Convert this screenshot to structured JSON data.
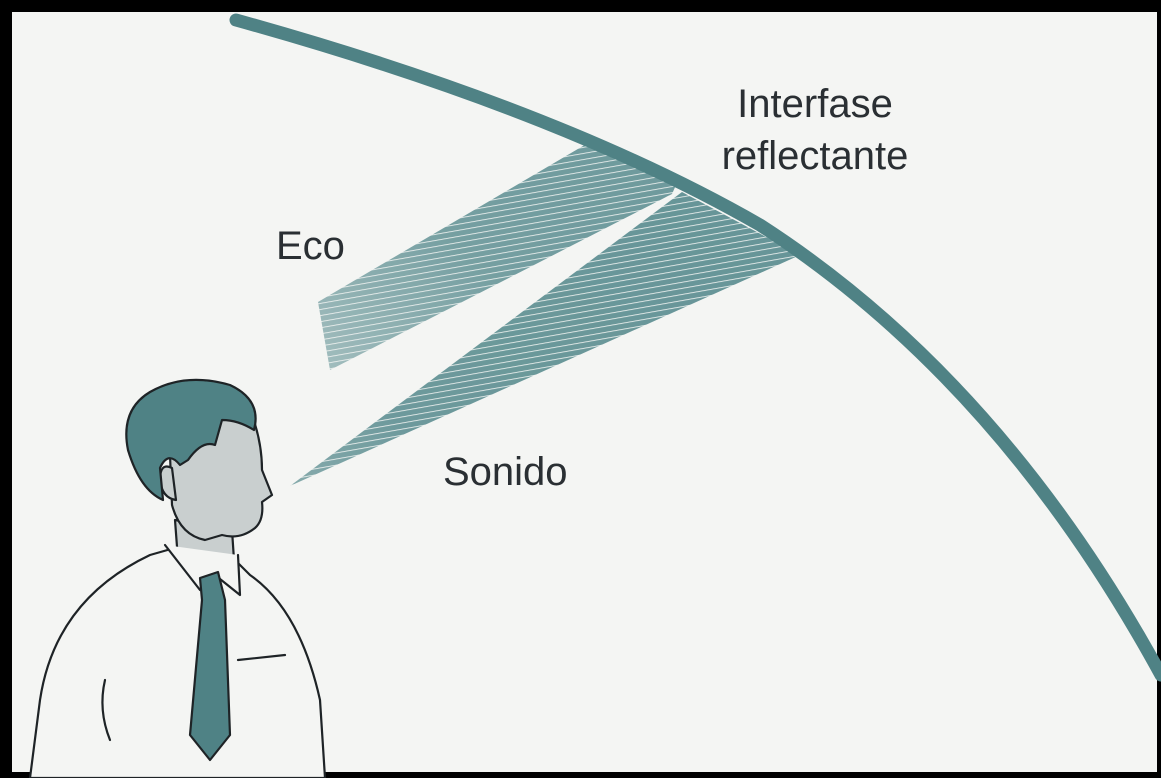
{
  "labels": {
    "interface_line1": "Interfase",
    "interface_line2": "reflectante",
    "echo": "Eco",
    "sound": "Sonido"
  },
  "colors": {
    "background": "#f4f5f3",
    "teal": "#4f8285",
    "skin": "#c9cfcf",
    "outline": "#1e2326",
    "frame": "#000000"
  }
}
